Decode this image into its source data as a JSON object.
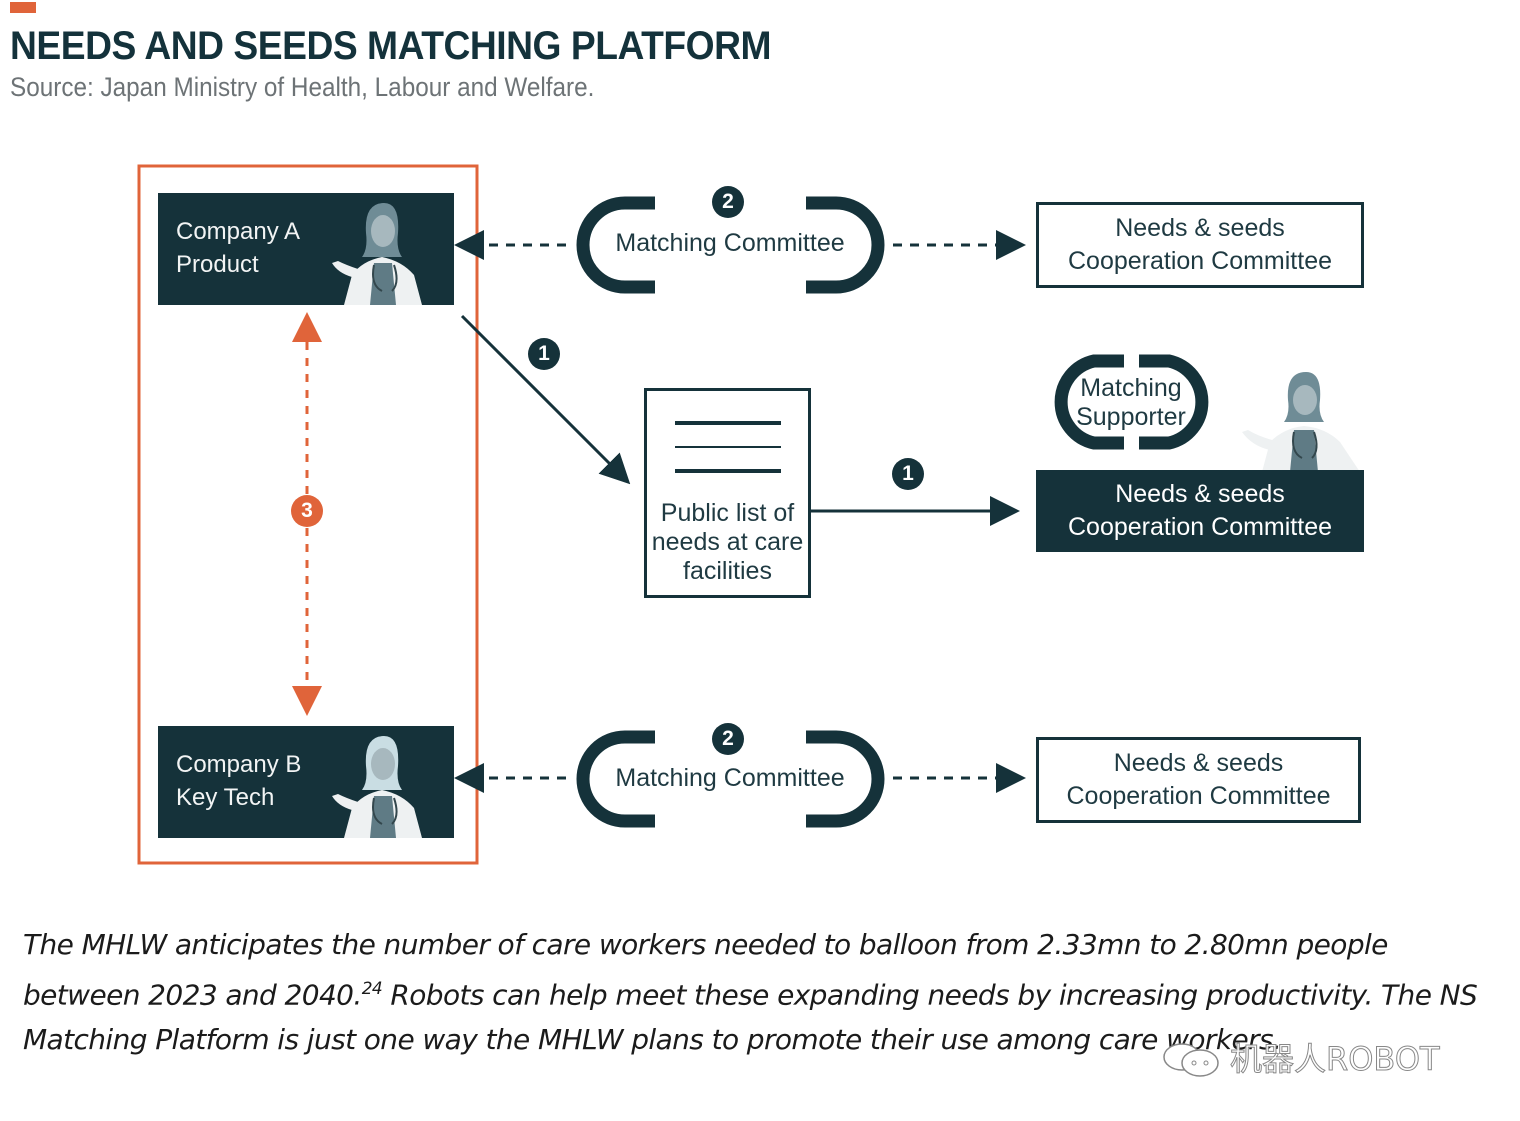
{
  "header": {
    "title": "NEEDS AND SEEDS MATCHING PLATFORM",
    "source": "Source: Japan Ministry of Health, Labour and Welfare."
  },
  "diagram": {
    "colors": {
      "dark": "#15323a",
      "accent": "#e0643a"
    },
    "companies": [
      {
        "label": "Company A\nProduct"
      },
      {
        "label": "Company B\nKey Tech"
      }
    ],
    "matching_committees": [
      {
        "step": "2",
        "label": "Matching Committee"
      },
      {
        "step": "2",
        "label": "Matching Committee"
      }
    ],
    "coop_committees_outline": [
      {
        "label": "Needs & seeds\nCooperation Committee"
      },
      {
        "label": "Needs & seeds\nCooperation Committee"
      }
    ],
    "public_list": {
      "label": "Public list of\nneeds at care\nfacilities"
    },
    "step1_badges": [
      "1",
      "1"
    ],
    "step3_badge": "3",
    "matching_supporter": {
      "label": "Matching\nSupporter"
    },
    "coop_committee_dark": {
      "label": "Needs & seeds\nCooperation Committee"
    }
  },
  "body": {
    "text_part1": "The MHLW anticipates the number of care workers needed to balloon from 2.33mn to 2.80mn people between 2023 and 2040.",
    "footnote": "24",
    "text_part2": " Robots can help meet these expanding needs by increasing productivity. The NS Matching Platform is just one way the MHLW plans to promote their use among care workers."
  },
  "watermark": {
    "text": "机器人ROBOT",
    "icon": "wechat-icon"
  }
}
